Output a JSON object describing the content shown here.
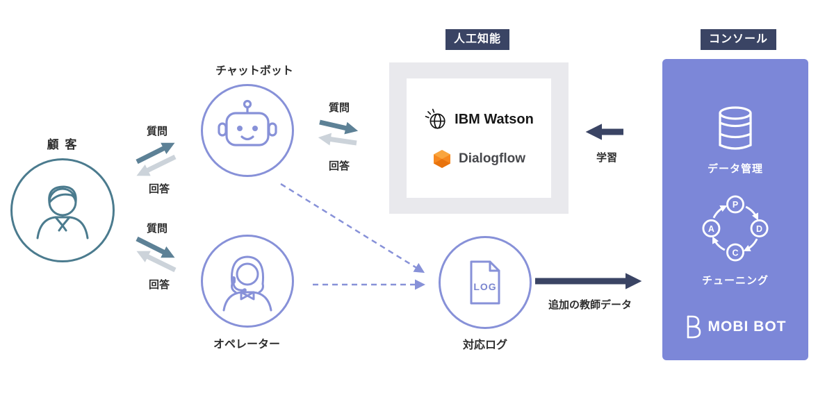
{
  "headers": {
    "ai": "人工知能",
    "console": "コンソール"
  },
  "nodes": {
    "customer": {
      "label": "顧 客"
    },
    "chatbot": {
      "label": "チャットボット"
    },
    "operator": {
      "label": "オペレーター"
    },
    "log": {
      "label": "対応ログ",
      "doc_text": "LOG"
    }
  },
  "ai_panel": {
    "watson": "IBM Watson",
    "dialogflow": "Dialogflow"
  },
  "console_panel": {
    "data_management": "データ管理",
    "tuning": "チューニング",
    "logo": "MOBI BOT",
    "pdca": [
      "P",
      "D",
      "C",
      "A"
    ]
  },
  "flows": {
    "customer_chatbot_question": "質問",
    "customer_chatbot_answer": "回答",
    "customer_operator_question": "質問",
    "customer_operator_answer": "回答",
    "chatbot_ai_question": "質問",
    "chatbot_ai_answer": "回答",
    "learning": "学習",
    "teacher_data": "追加の教師データ"
  },
  "colors": {
    "navy": "#3a4464",
    "console_bg": "#7c87d8",
    "periwinkle": "#8791d8",
    "steel_blue": "#4b7b8e",
    "arrow_dark": "#5d8196",
    "arrow_light": "#ccd3da",
    "panel_gray": "#e9e9ed",
    "dialogflow_orange": "#F6881F"
  }
}
